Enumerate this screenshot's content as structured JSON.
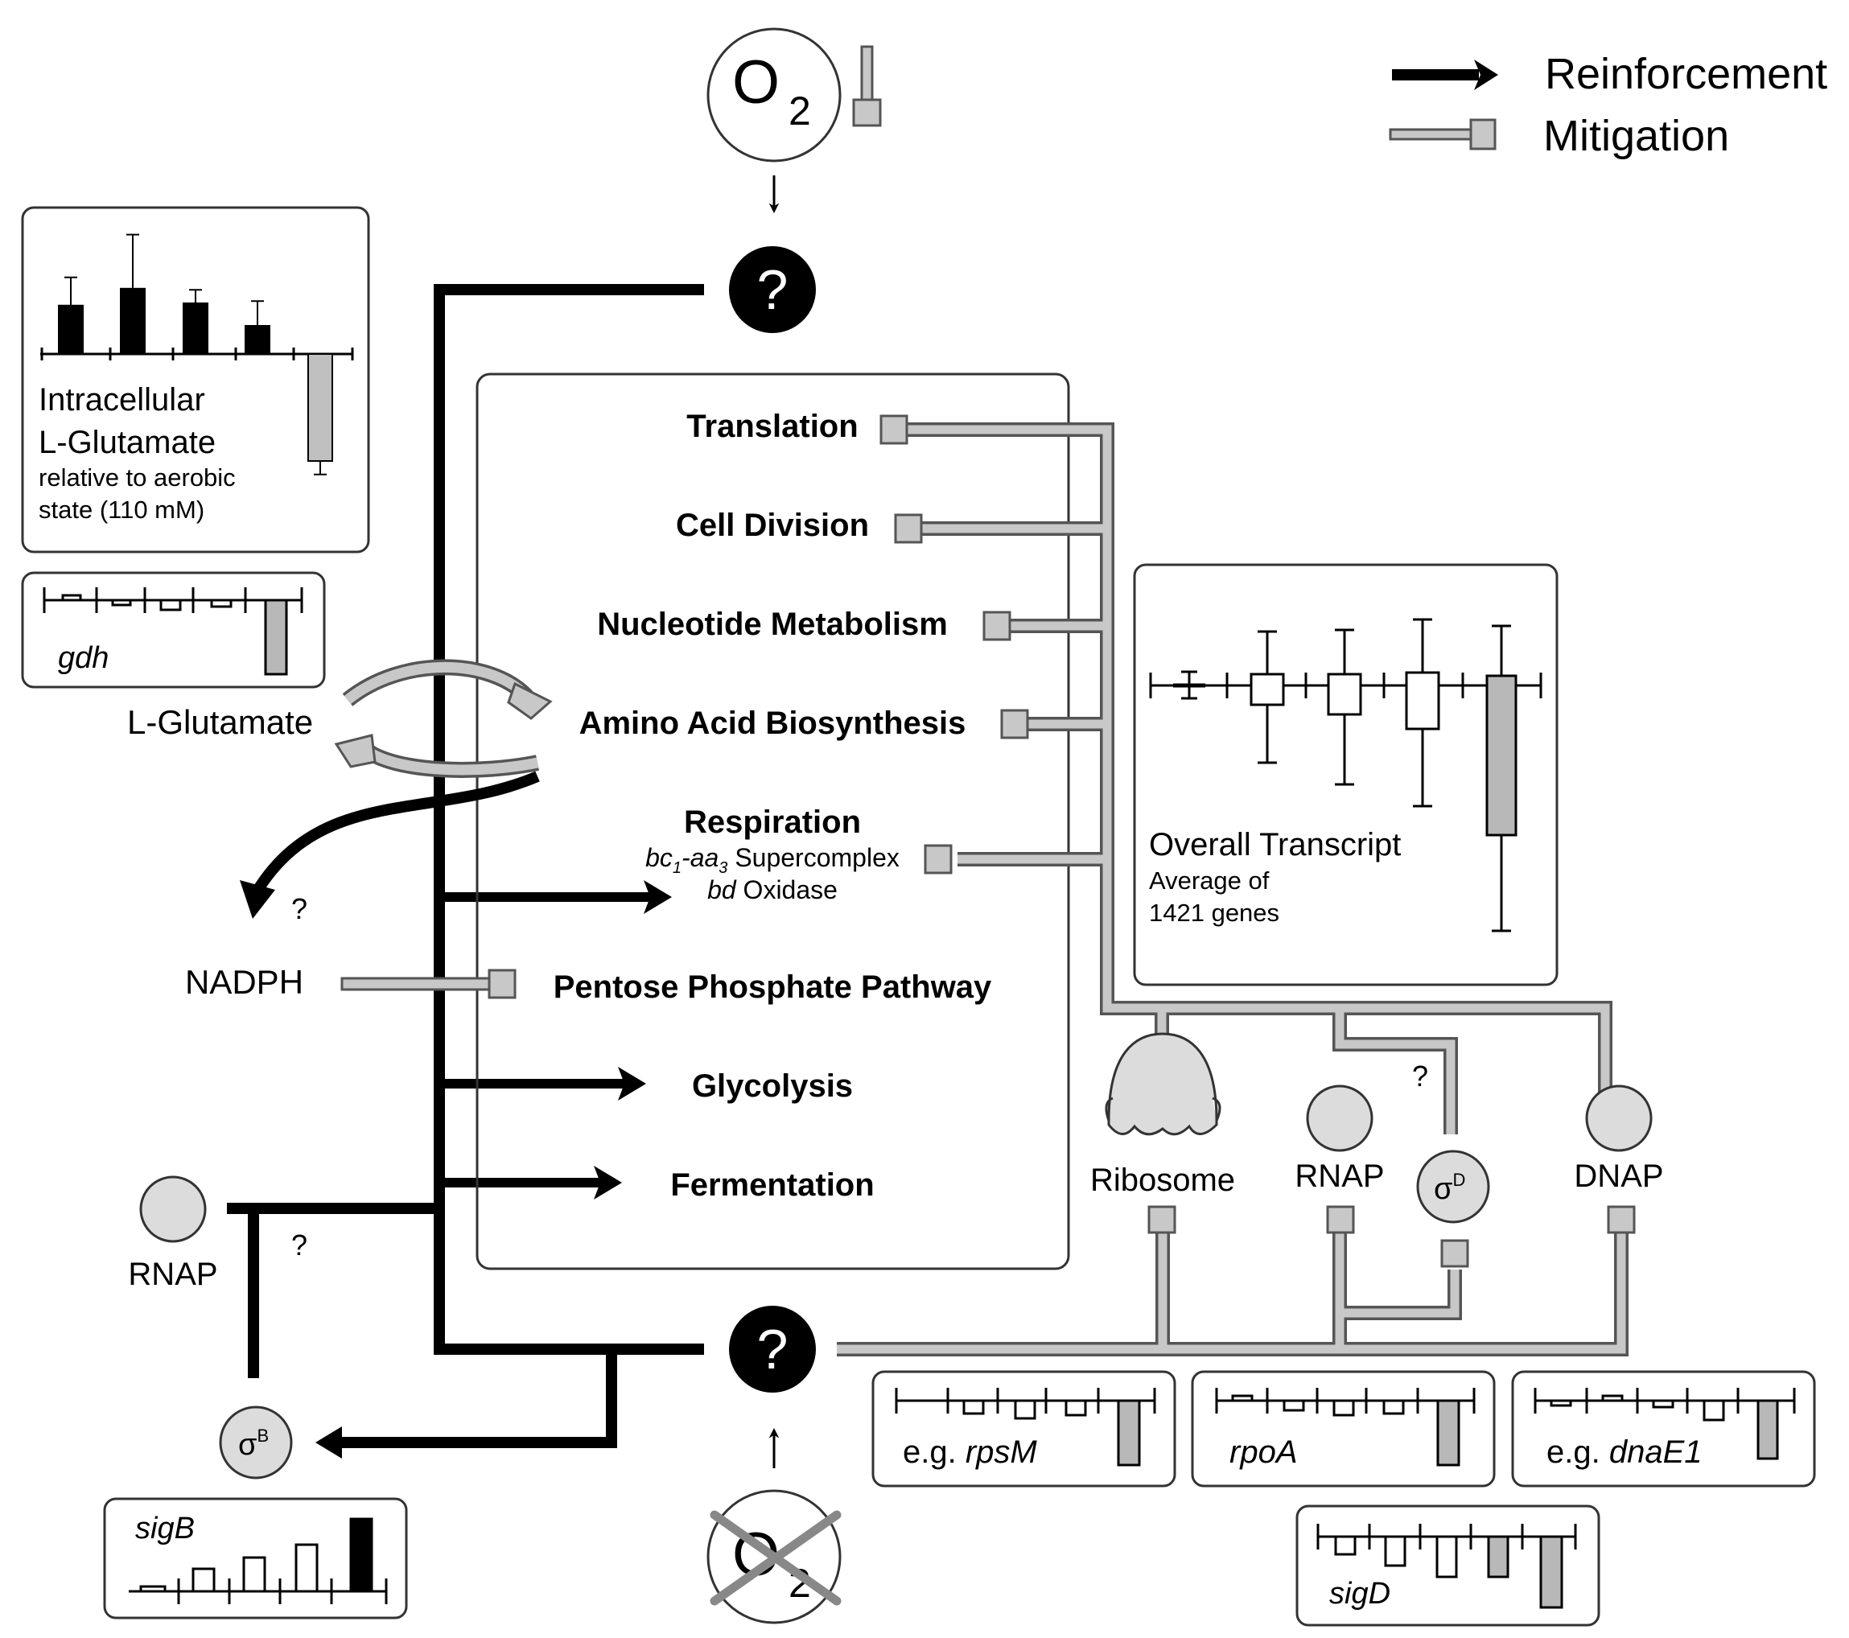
{
  "legend": {
    "reinforcement": "Reinforcement",
    "mitigation": "Mitigation"
  },
  "oxygen": {
    "o2_symbol": "O",
    "o2_subscript": "2",
    "unknown_regulator": "?"
  },
  "glutamate_panel": {
    "title_line1": "Intracellular",
    "title_line2": "L-Glutamate",
    "subtitle_line1": "relative to aerobic",
    "subtitle_line2": "state (110 mM)",
    "values": [
      0.43,
      0.58,
      0.45,
      0.25,
      -0.95
    ],
    "errors": [
      0.25,
      0.48,
      0.12,
      0.22,
      0.12
    ]
  },
  "gene_panels": {
    "gdh": {
      "label": "gdh",
      "prefix": ""
    },
    "rpsM": {
      "label": "rpsM",
      "prefix": "e.g. "
    },
    "rpoA": {
      "label": "rpoA",
      "prefix": ""
    },
    "dnaE1": {
      "label": "dnaE1",
      "prefix": "e.g. "
    },
    "sigD": {
      "label": "sigD"
    },
    "sigB": {
      "label": "sigB"
    }
  },
  "left_labels": {
    "l_glutamate": "L-Glutamate",
    "nadph": "NADPH",
    "rnap": "RNAP",
    "sigma": "σ",
    "sigma_b_sup": "B",
    "question": "?"
  },
  "processes": {
    "translation": "Translation",
    "cell_division": "Cell Division",
    "nucleotide_metabolism": "Nucleotide Metabolism",
    "amino_acid_biosynthesis": "Amino Acid Biosynthesis",
    "respiration": "Respiration",
    "respiration_bc": "bc",
    "respiration_bc_sub": "1",
    "respiration_aa": "-aa",
    "respiration_aa_sub": "3",
    "respiration_super": " Supercomplex",
    "respiration_bd": "bd",
    "respiration_oxidase": " Oxidase",
    "pentose_phosphate": "Pentose Phosphate Pathway",
    "glycolysis": "Glycolysis",
    "fermentation": "Fermentation"
  },
  "transcript_panel": {
    "title": "Overall Transcript",
    "subtitle_line1": "Average of",
    "subtitle_line2": "1421 genes"
  },
  "machinery": {
    "ribosome": "Ribosome",
    "rnap": "RNAP",
    "dnap": "DNAP",
    "sigma_d_sup": "D",
    "question": "?"
  },
  "colors": {
    "reinforcement": "#000000",
    "mitigation_fill": "#c8c8c8",
    "mitigation_stroke": "#555555",
    "box_stroke": "#333333"
  }
}
